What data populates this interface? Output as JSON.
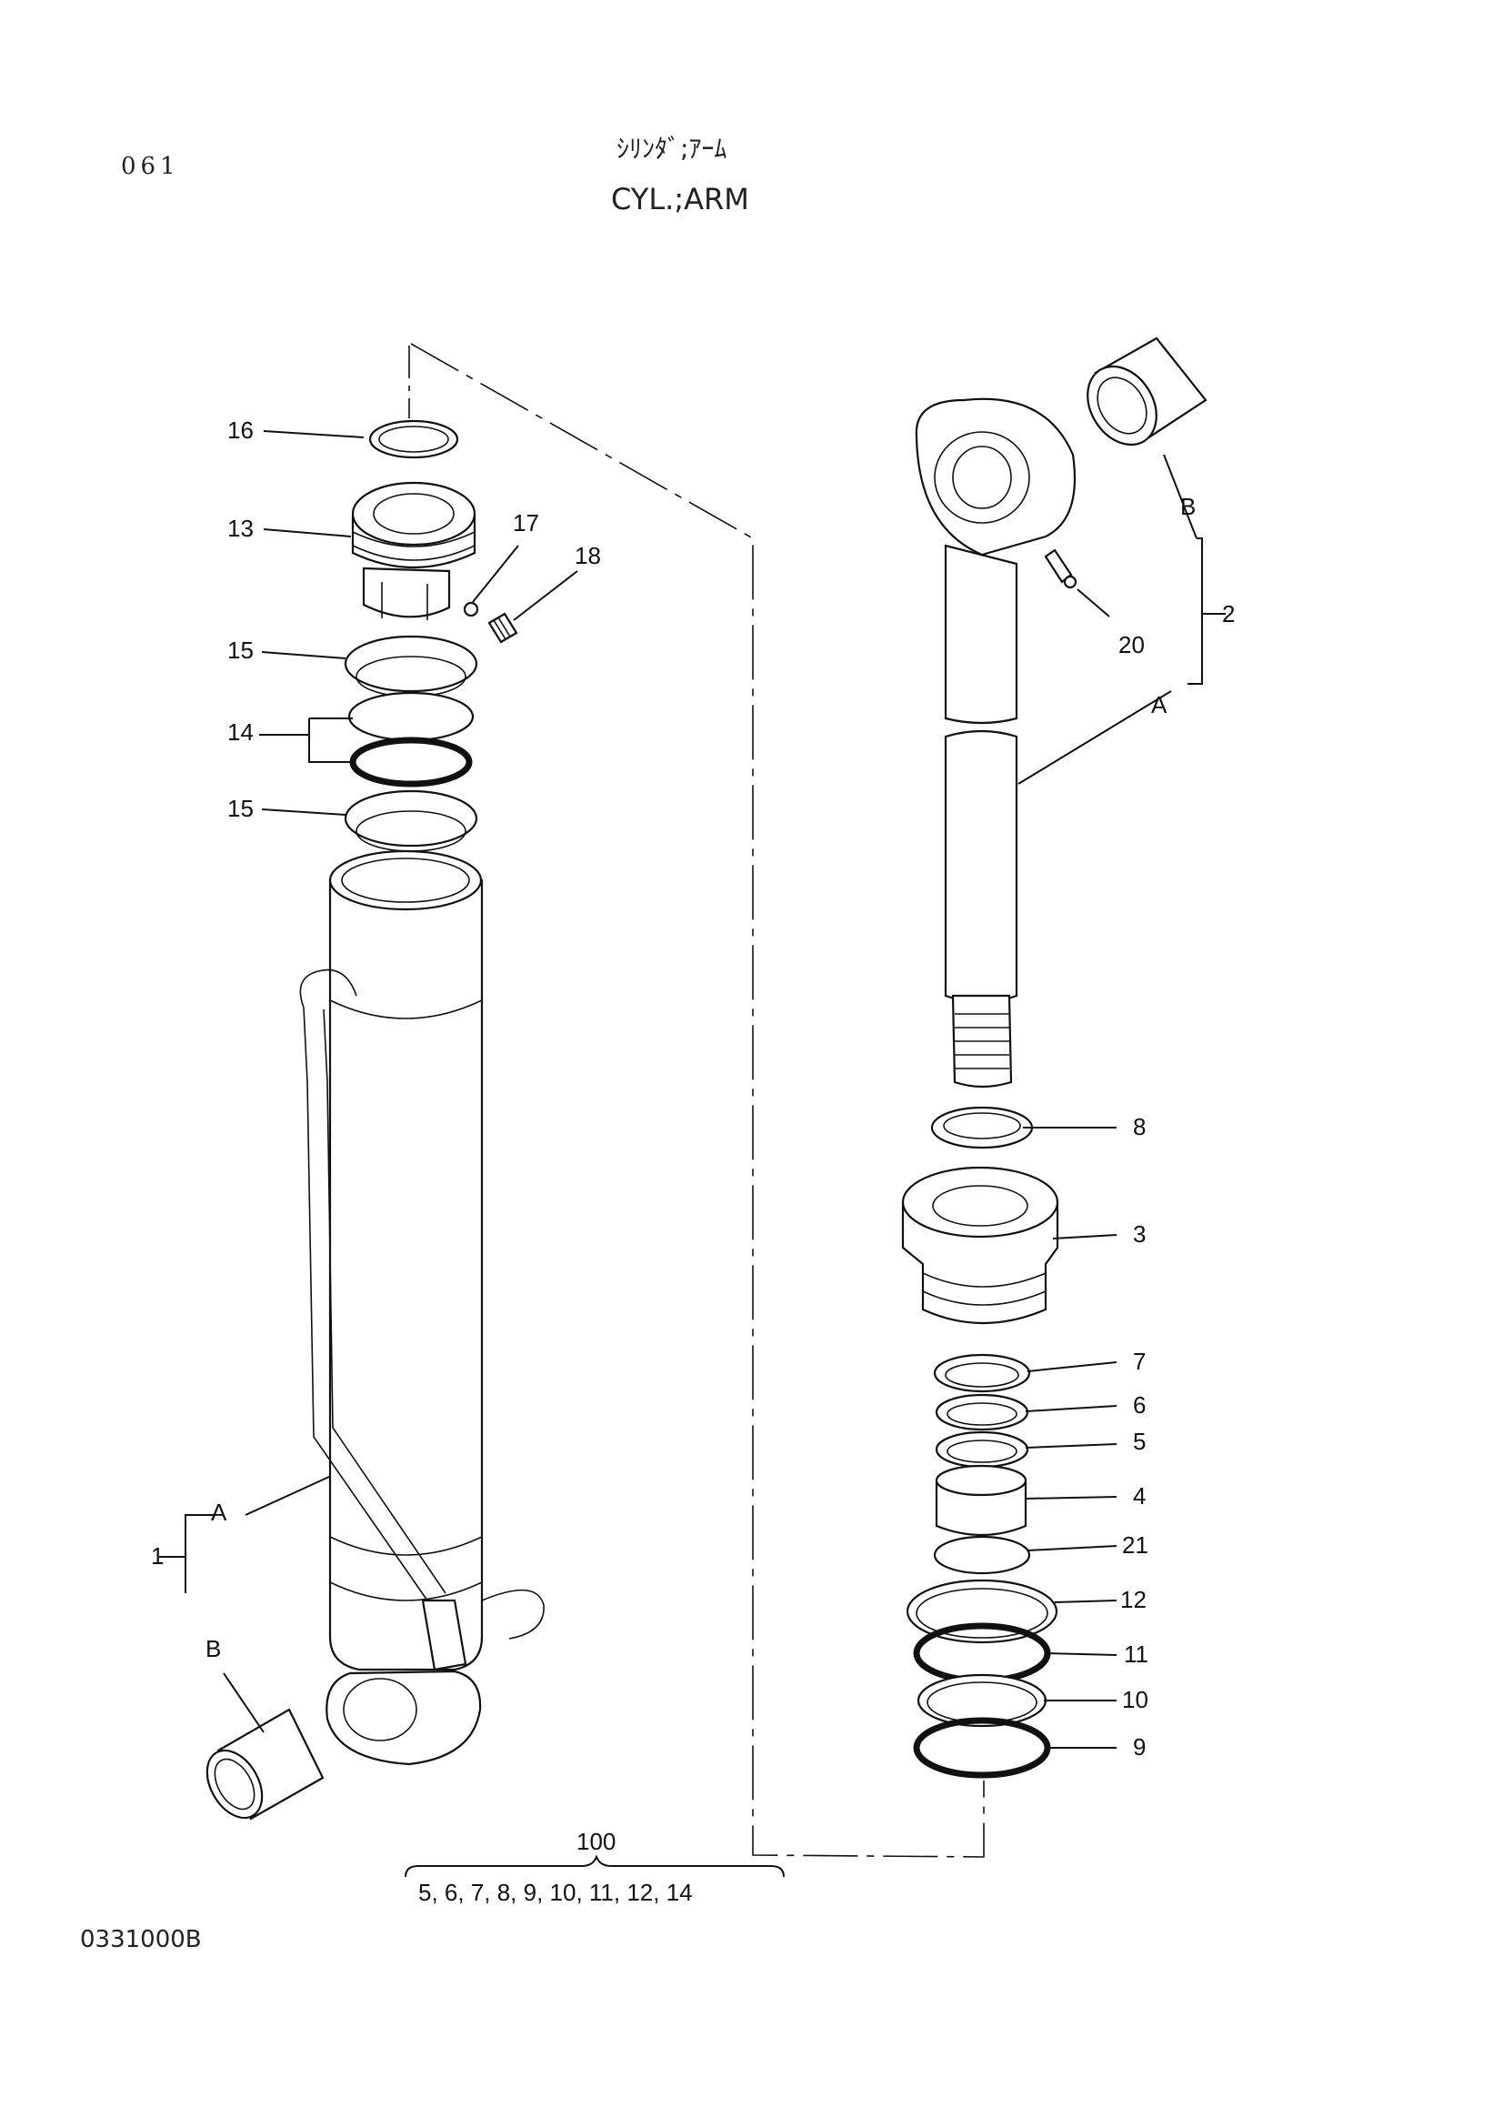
{
  "header": {
    "page_number": "061",
    "title_jp": "ｼﾘﾝﾀﾞ;ｱｰﾑ",
    "title_en": "CYL.;ARM"
  },
  "drawing_code": "0331000B",
  "callouts": {
    "c16": "16",
    "c13": "13",
    "c17": "17",
    "c18": "18",
    "c15a": "15",
    "c14": "14",
    "c15b": "15",
    "c1": "1",
    "cA_left": "A",
    "cB_left": "B",
    "cB_right": "B",
    "c2": "2",
    "c20": "20",
    "cA_right": "A",
    "c8": "8",
    "c3": "3",
    "c7": "7",
    "c6": "6",
    "c5": "5",
    "c4": "4",
    "c21": "21",
    "c12": "12",
    "c11": "11",
    "c10": "10",
    "c9": "9"
  },
  "kit": {
    "number": "100",
    "contents": "5, 6, 7, 8, 9, 10, 11, 12, 14"
  }
}
